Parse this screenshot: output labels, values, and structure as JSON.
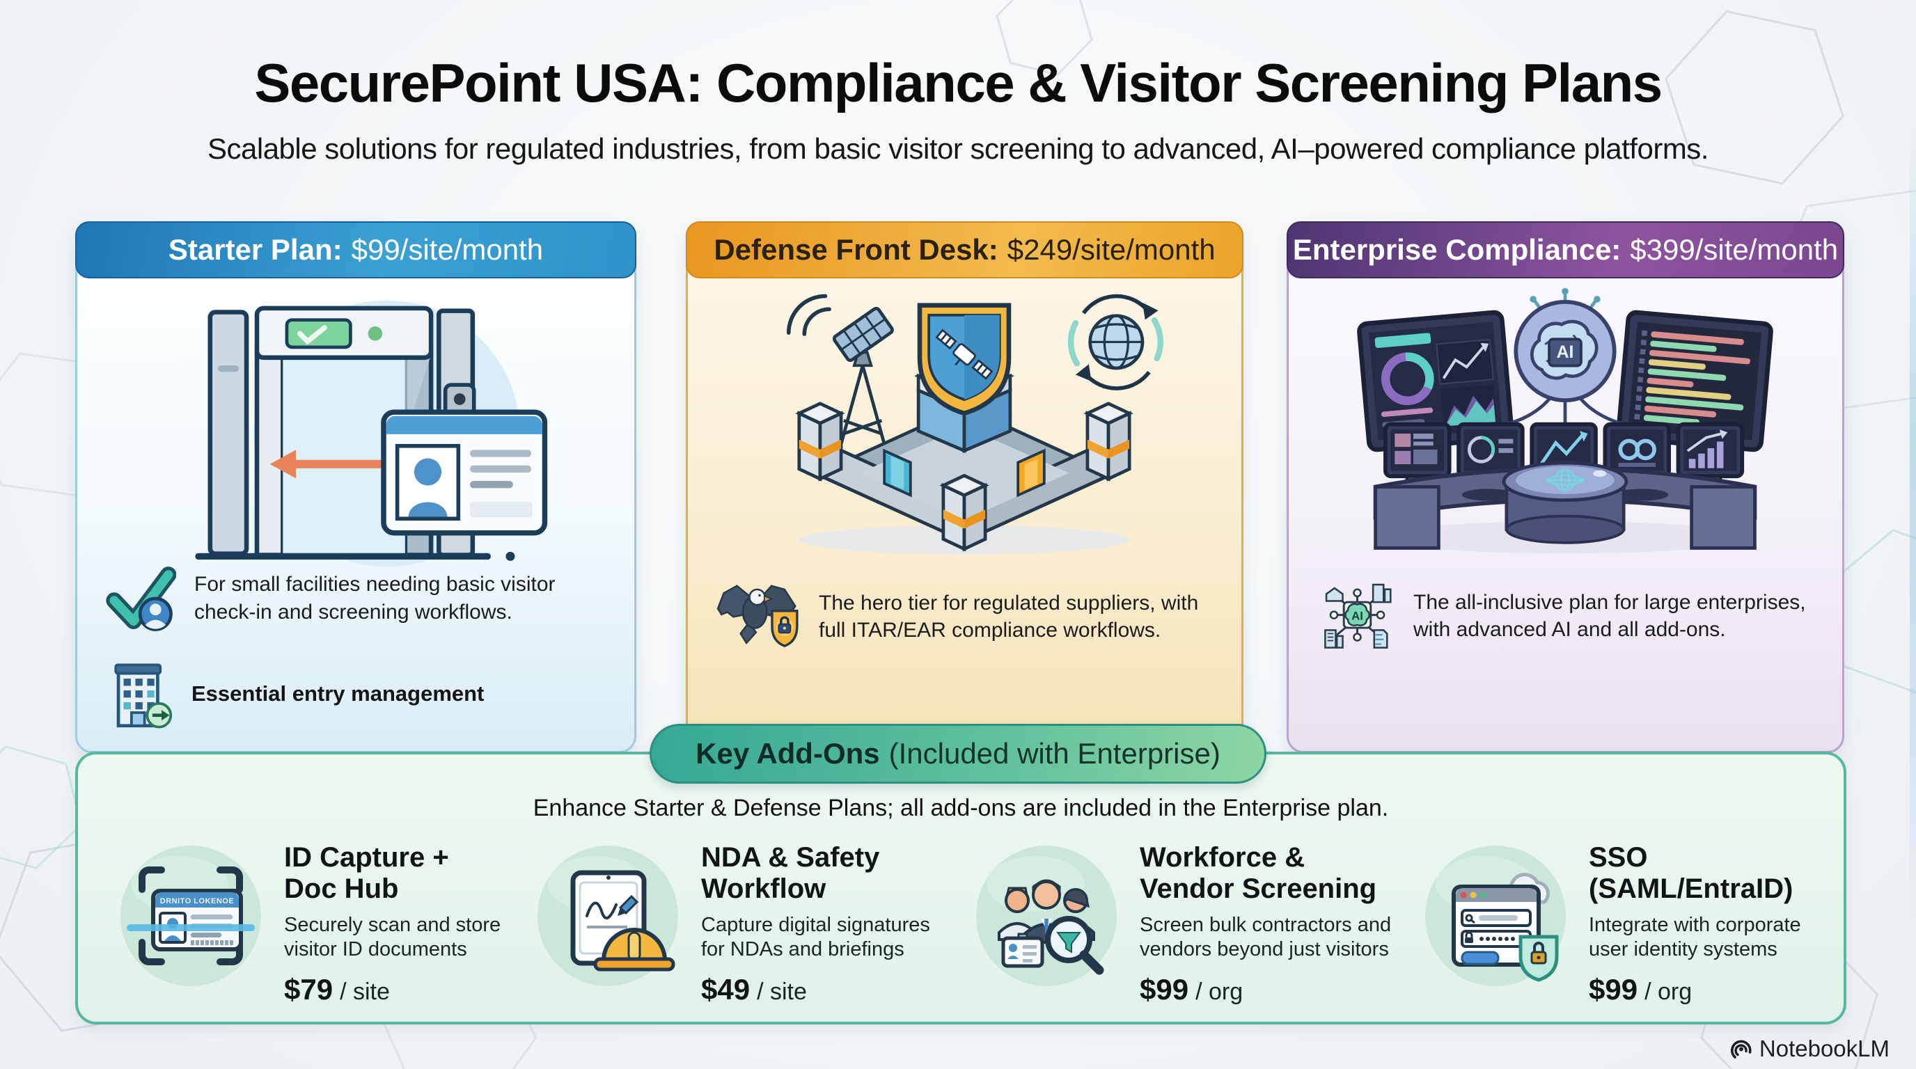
{
  "header": {
    "title": "SecurePoint USA: Compliance & Visitor Screening Plans",
    "subtitle": "Scalable solutions for regulated industries, from basic visitor screening to advanced, AI–powered compliance platforms."
  },
  "plans": [
    {
      "label": "Starter Plan:",
      "price": "$99/site/month",
      "description": "For small facilities needing basic visitor check-in and screening workflows.",
      "feature": "Essential entry management",
      "accent": "#2279b6"
    },
    {
      "label": "Defense Front Desk:",
      "price": "$249/site/month",
      "description": "The hero tier for regulated suppliers, with full ITAR/EAR compliance workflows.",
      "accent": "#eda12d"
    },
    {
      "label": "Enterprise Compliance:",
      "price": "$399/site/month",
      "description": "The all-inclusive plan for large enterprises, with advanced AI and all add-ons.",
      "accent": "#6d4494"
    }
  ],
  "ai_label": "AI",
  "addons": {
    "heading_bold": "Key Add-Ons",
    "heading_rest": "(Included with Enterprise)",
    "note": "Enhance Starter & Defense Plans; all add-ons are included in the Enterprise plan.",
    "items": [
      {
        "title_line1": "ID Capture +",
        "title_line2": "Doc Hub",
        "description": "Securely scan and store visitor ID documents",
        "price": "$79",
        "unit": "/ site",
        "icon": "id-scan",
        "icon_text": "DRNITO LOKENOE"
      },
      {
        "title_line1": "NDA & Safety",
        "title_line2": "Workflow",
        "description": "Capture digital signatures for NDAs and briefings",
        "price": "$49",
        "unit": "/ site",
        "icon": "nda-signature"
      },
      {
        "title_line1": "Workforce &",
        "title_line2": "Vendor Screening",
        "description": "Screen bulk contractors and vendors beyond just visitors",
        "price": "$99",
        "unit": "/ org",
        "icon": "people-filter"
      },
      {
        "title_line1": "SSO",
        "title_line2": "(SAML/EntraID)",
        "description": "Integrate with corporate user identity systems",
        "price": "$99",
        "unit": "/ org",
        "icon": "sso-login"
      }
    ]
  },
  "watermark": {
    "label": "NotebookLM"
  },
  "colors": {
    "background": "#f3f6f8",
    "starter_header": [
      "#1e76b4",
      "#3ba0d4"
    ],
    "defense_header": [
      "#e9971f",
      "#f3bb4e"
    ],
    "enterprise_header": [
      "#4e3572",
      "#8e54a0"
    ],
    "addons_border": "#55b89f",
    "addons_pill": [
      "#35a895",
      "#8ed6a4"
    ],
    "addons_background": "#e9f6ef",
    "price_text": "#111111"
  }
}
